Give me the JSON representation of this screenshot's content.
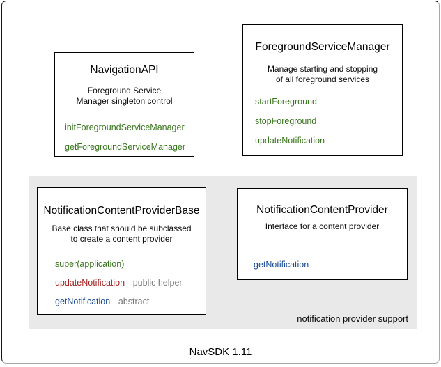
{
  "diagram": {
    "footer": "NavSDK 1.11",
    "group_label": "notification provider support",
    "colors": {
      "green": "#38761d",
      "red": "#a62121",
      "blue": "#1b4a96",
      "annotation": "#7a7a7a",
      "group_bg": "#e9e9e9"
    },
    "classes": [
      {
        "id": "navigation-api",
        "title": "NavigationAPI",
        "description": [
          "Foreground Service",
          "Manager singleton control"
        ],
        "methods": [
          {
            "name": "initForegroundServiceManager",
            "color": "green",
            "annotation": ""
          },
          {
            "name": "getForegroundServiceManager",
            "color": "green",
            "annotation": ""
          }
        ]
      },
      {
        "id": "foreground-service-manager",
        "title": "ForegroundServiceManager",
        "description": [
          "Manage starting and stopping",
          "of all foreground services"
        ],
        "methods": [
          {
            "name": "startForeground",
            "color": "green",
            "annotation": ""
          },
          {
            "name": "stopForeground",
            "color": "green",
            "annotation": ""
          },
          {
            "name": "updateNotification",
            "color": "green",
            "annotation": ""
          }
        ]
      },
      {
        "id": "notification-content-provider-base",
        "title": "NotificationContentProviderBase",
        "description": [
          "Base class that should be subclassed",
          "to create a content provider"
        ],
        "methods": [
          {
            "name": "super(application)",
            "color": "green",
            "annotation": ""
          },
          {
            "name": "updateNotification",
            "color": "red",
            "annotation": "- public helper"
          },
          {
            "name": "getNotification",
            "color": "blue",
            "annotation": "- abstract"
          }
        ]
      },
      {
        "id": "notification-content-provider",
        "title": "NotificationContentProvider",
        "description": [
          "Interface for a content provider"
        ],
        "methods": [
          {
            "name": "getNotification",
            "color": "blue",
            "annotation": ""
          }
        ]
      }
    ]
  }
}
